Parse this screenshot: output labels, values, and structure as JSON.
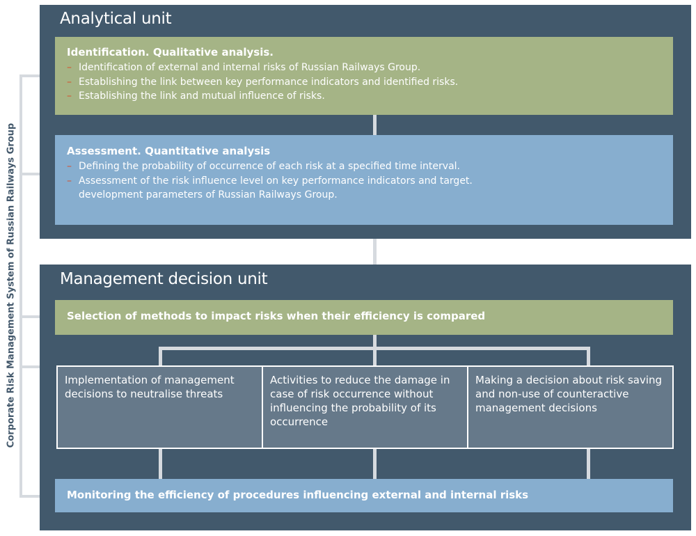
{
  "side_label": "Corporate Risk Management System of Russian Railways Group",
  "analytical_unit": {
    "title": "Analytical unit",
    "identification": {
      "title": "Identification. Qualitative analysis.",
      "items": [
        "Identification of external and internal risks of Russian Railways Group.",
        "Establishing the link between key performance indicators and identified risks.",
        "Establishing the link and mutual influence of risks."
      ]
    },
    "assessment": {
      "title": "Assessment. Quantitative analysis",
      "items": [
        "Defining the probability of occurrence of each risk at a specified time interval.",
        "Assessment of the risk influence level on key performance indicators and target."
      ],
      "continuation": "development parameters of Russian Railways Group."
    }
  },
  "management_unit": {
    "title": "Management decision unit",
    "selection": "Selection of methods to impact risks when their efficiency is compared",
    "options": [
      "Implementation of management decisions to neutralise threats",
      "Activities to reduce the damage in case of risk occurrence without influencing the probability of its occurrence",
      "Making a decision about risk saving and non-use of counteractive management decisions"
    ],
    "monitoring": "Monitoring the efficiency of procedures influencing external and internal risks"
  },
  "colors": {
    "panel": "#42596c",
    "green": "#a5b486",
    "blue": "#87aecf",
    "option_box": "#66798a",
    "connector": "#d6dadf",
    "dash": "#d5502c"
  }
}
